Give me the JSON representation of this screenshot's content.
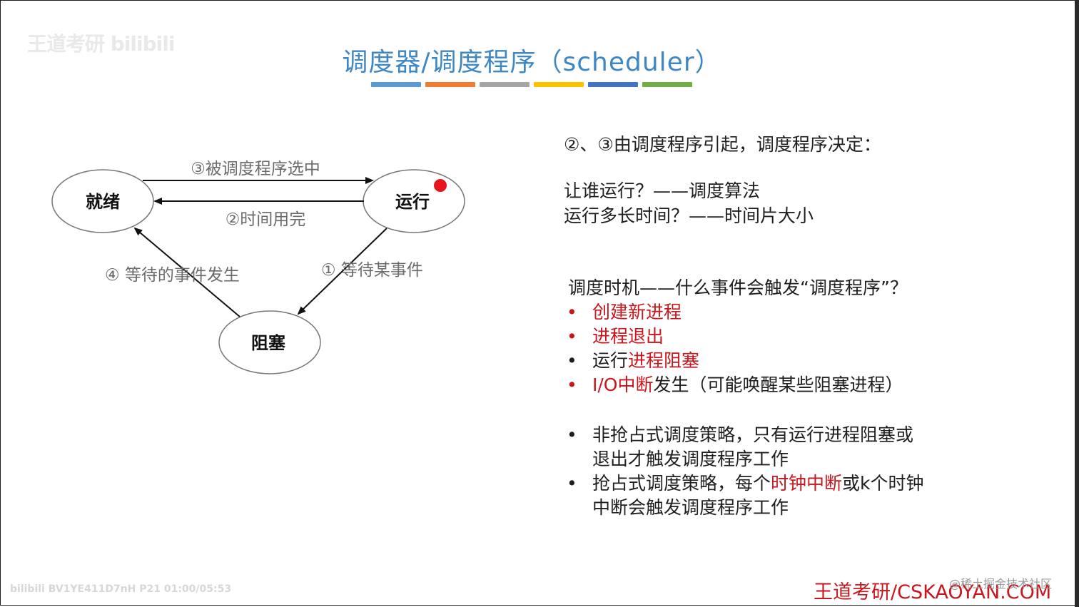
{
  "title": "调度器/调度程序（scheduler）",
  "accent_colors": [
    "#5b9bd5",
    "#ed7d31",
    "#a5a5a5",
    "#ffc000",
    "#4472c4",
    "#70ad47"
  ],
  "watermarks": {
    "top_left": "王道考研 bilibili",
    "bottom_left": "bilibili BV1YE411D7nH P21 01:00/05:53",
    "bottom_right": "@稀土掘金技术社区"
  },
  "brand": "王道考研/CSKAOYAN.COM",
  "diagram": {
    "nodes": {
      "ready": "就绪",
      "running": "运行",
      "blocked": "阻塞"
    },
    "edges": {
      "e3": "③被调度程序选中",
      "e2": "②时间用完",
      "e4": "④ 等待的事件发生",
      "e1": "① 等待某事件"
    }
  },
  "right": {
    "intro": "②、③由调度程序引起，调度程序决定：",
    "q1": "让谁运行？——调度算法",
    "q2": "运行多长时间？——时间片大小",
    "timing_title": "调度时机——什么事件会触发“调度程序”？",
    "bullets": {
      "b1": "创建新进程",
      "b2": "进程退出",
      "b3_prefix": "运行",
      "b3_red": "进程阻塞",
      "b4_red": "I/O中断",
      "b4_rest": "发生（可能唤醒某些阻塞进程）",
      "b5_l1": "非抢占式调度策略，只有运行进程阻塞或",
      "b5_l2": "退出才触发调度程序工作",
      "b6_prefix": "抢占式调度策略，每个",
      "b6_red": "时钟中断",
      "b6_rest": "或k个时钟",
      "b6_l2": "中断会触发调度程序工作"
    }
  }
}
